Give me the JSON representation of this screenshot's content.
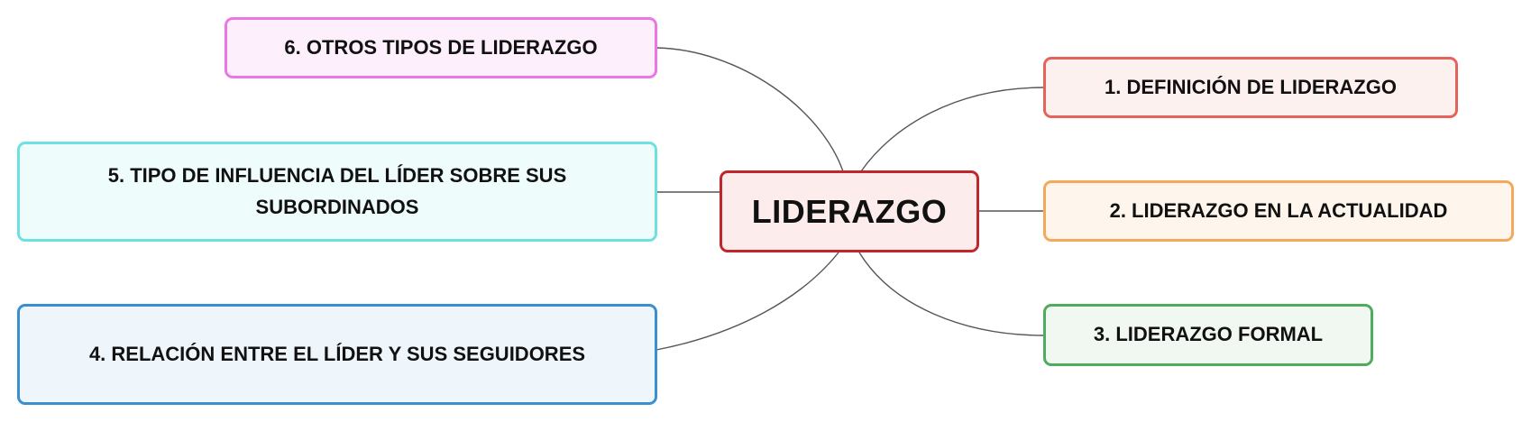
{
  "central": {
    "label": "LIDERAZGO",
    "border": "#c0272d",
    "fill": "#fdecec"
  },
  "branches": [
    {
      "id": "b1",
      "label": "1. DEFINICIÓN DE LIDERAZGO",
      "border": "#e4645b",
      "fill": "#fdf1ef"
    },
    {
      "id": "b2",
      "label": "2. LIDERAZGO EN LA ACTUALIDAD",
      "border": "#f4a85a",
      "fill": "#fef5ec"
    },
    {
      "id": "b3",
      "label": "3. LIDERAZGO FORMAL",
      "border": "#4fac5e",
      "fill": "#f1f8f1"
    },
    {
      "id": "b4",
      "label": "4. RELACIÓN ENTRE EL LÍDER Y SUS SEGUIDORES",
      "border": "#3a8fd0",
      "fill": "#eef6fc"
    },
    {
      "id": "b5",
      "label": "5. TIPO DE INFLUENCIA DEL LÍDER SOBRE SUS SUBORDINADOS",
      "border": "#6ee0e0",
      "fill": "#effcfc"
    },
    {
      "id": "b6",
      "label": "6. OTROS TIPOS DE LIDERAZGO",
      "border": "#ec77e4",
      "fill": "#fdeffc"
    }
  ],
  "connector_color": "#555555"
}
